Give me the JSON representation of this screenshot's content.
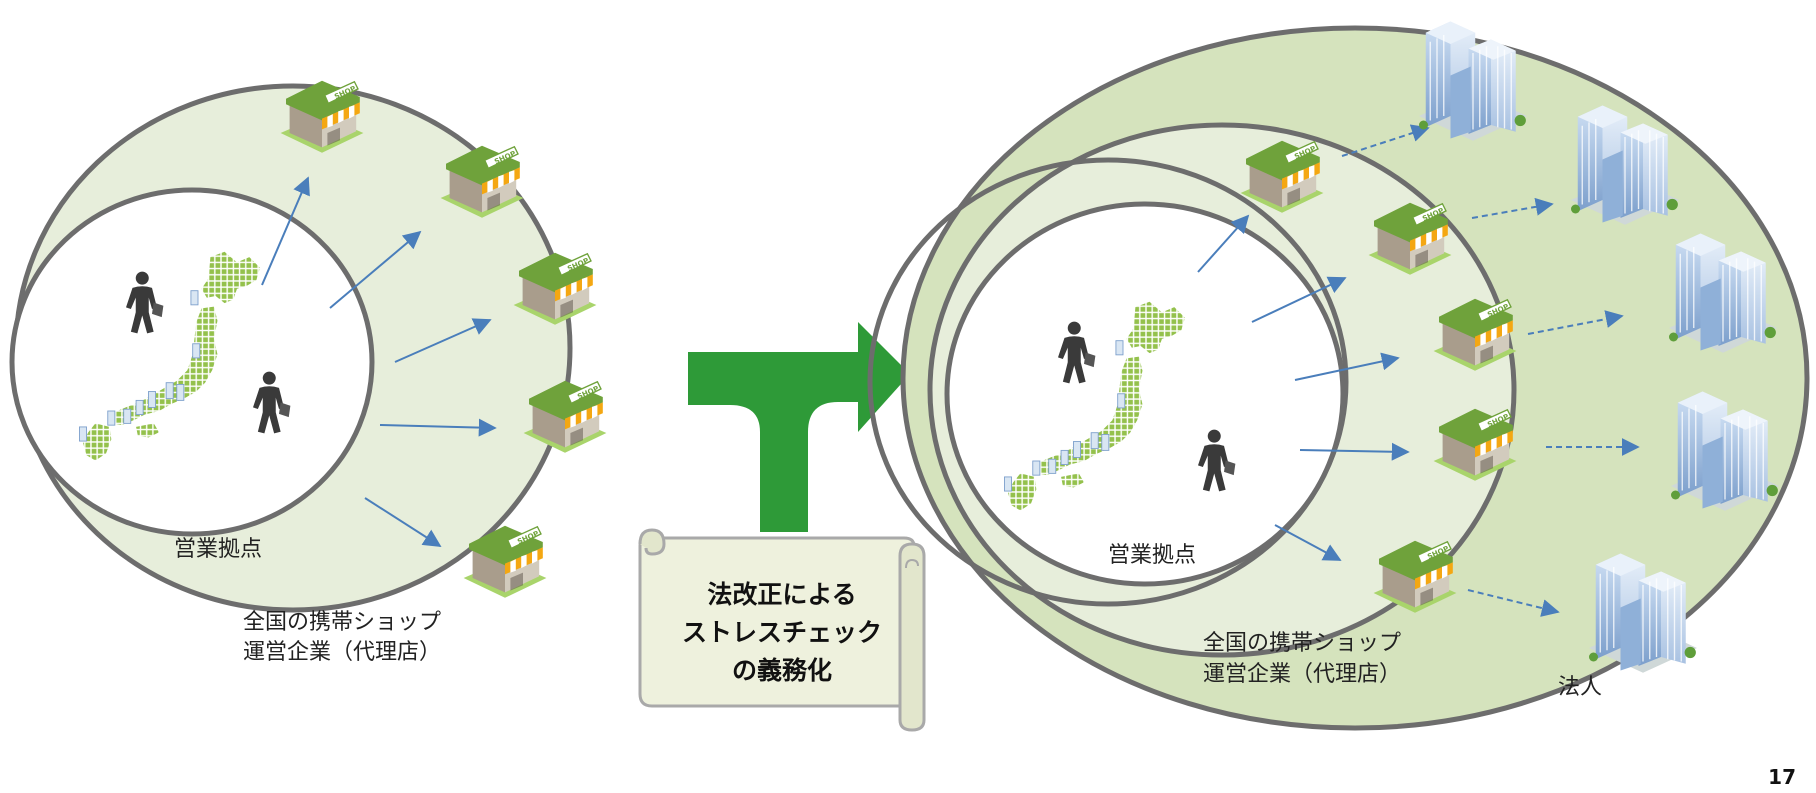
{
  "left": {
    "inner_label": "営業拠点",
    "outer_label_lines": [
      "全国の携帯ショップ",
      "運営企業（代理店）"
    ]
  },
  "transition": {
    "scroll_lines": [
      "法改正による",
      "ストレスチェック",
      "の義務化"
    ]
  },
  "right": {
    "inner_label": "営業拠点",
    "middle_label_lines": [
      "全国の携帯ショップ",
      "運営企業（代理店）"
    ],
    "outer_label": "法人"
  },
  "shop_sign_text": "SHOP",
  "page_number": "17",
  "colors": {
    "circle_fill": "#e7eedb",
    "outer_ring_fill": "#d5e3bd",
    "circle_stroke": "#6d6d6d",
    "arrow_blue": "#4a7ebb",
    "big_arrow_green": "#2e9a38",
    "map_green": "#94c14c",
    "scroll_fill": "#eef1dd"
  }
}
